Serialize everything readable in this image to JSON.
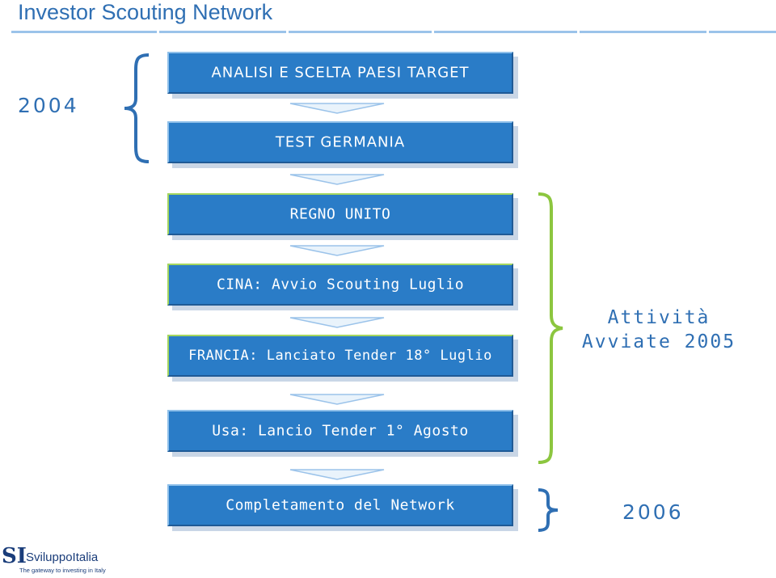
{
  "title": "Investor Scouting Network",
  "years": {
    "y2004": "2004",
    "y2006": "2006"
  },
  "boxes": [
    {
      "label": "ANALISI E SCELTA PAESI TARGET"
    },
    {
      "label": "TEST GERMANIA"
    },
    {
      "label": "REGNO UNITO"
    },
    {
      "label": "CINA: Avvio Scouting Luglio"
    },
    {
      "label": "FRANCIA: Lanciato Tender 18° Luglio"
    },
    {
      "label": "Usa: Lancio Tender 1° Agosto"
    },
    {
      "label": "Completamento del Network"
    }
  ],
  "side": {
    "line1": "Attività",
    "line2": "Avviate 2005"
  },
  "logo": {
    "mark": "SI",
    "name": "SviluppoItalia",
    "tagline": "The gateway to investing in Italy"
  },
  "colors": {
    "accent": "#2f6fb3",
    "box": "#2a7cc7",
    "green": "#8cc63f",
    "light": "#9bc3ea"
  }
}
